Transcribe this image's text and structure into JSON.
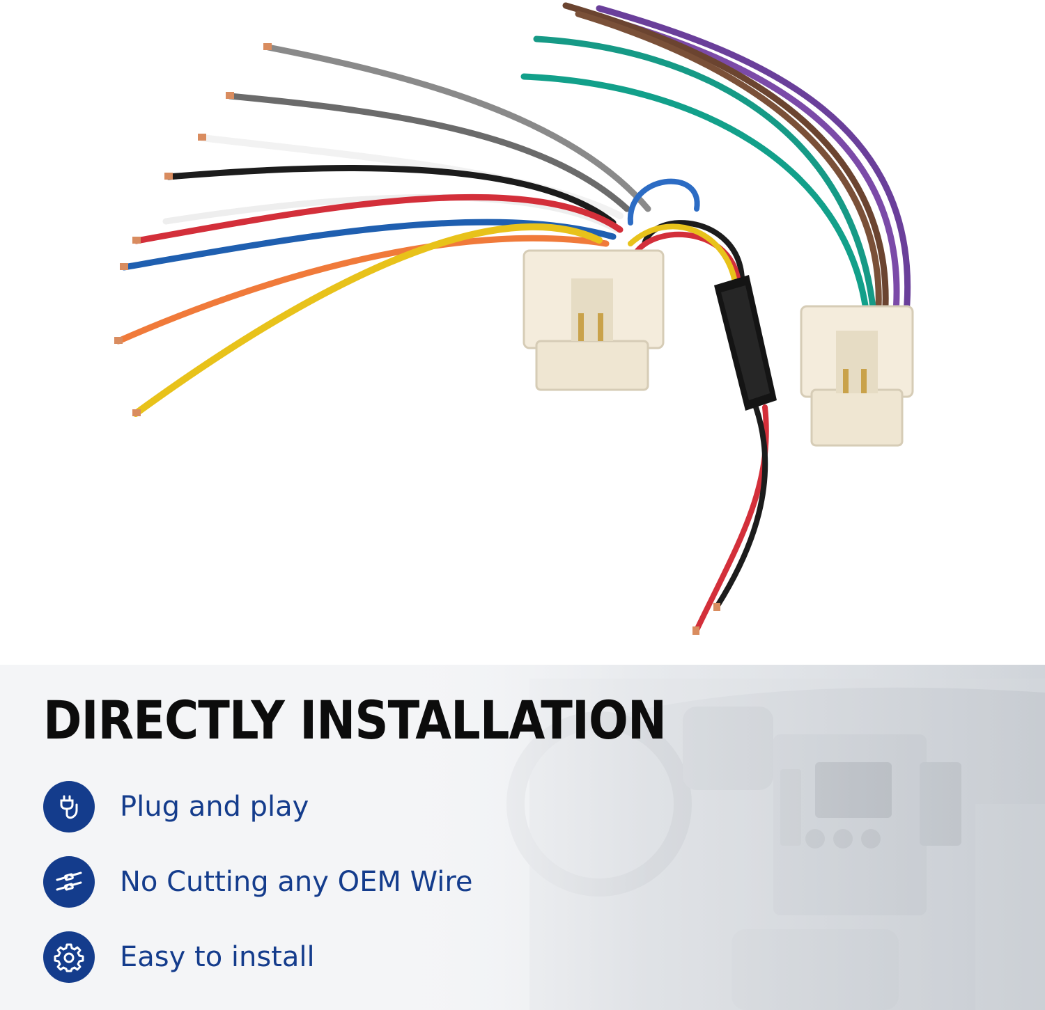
{
  "product": {
    "subject": "Radio wiring harness"
  },
  "feature_panel": {
    "headline": "DIRECTLY INSTALLATION",
    "features": [
      {
        "label": "Plug and play",
        "icon": "plug-icon"
      },
      {
        "label": "No Cutting any OEM Wire",
        "icon": "wire-icon"
      },
      {
        "label": "Easy to install",
        "icon": "gear-icon"
      }
    ]
  },
  "colors": {
    "accent_blue": "#143c8c",
    "headline": "#0c0c0c"
  }
}
